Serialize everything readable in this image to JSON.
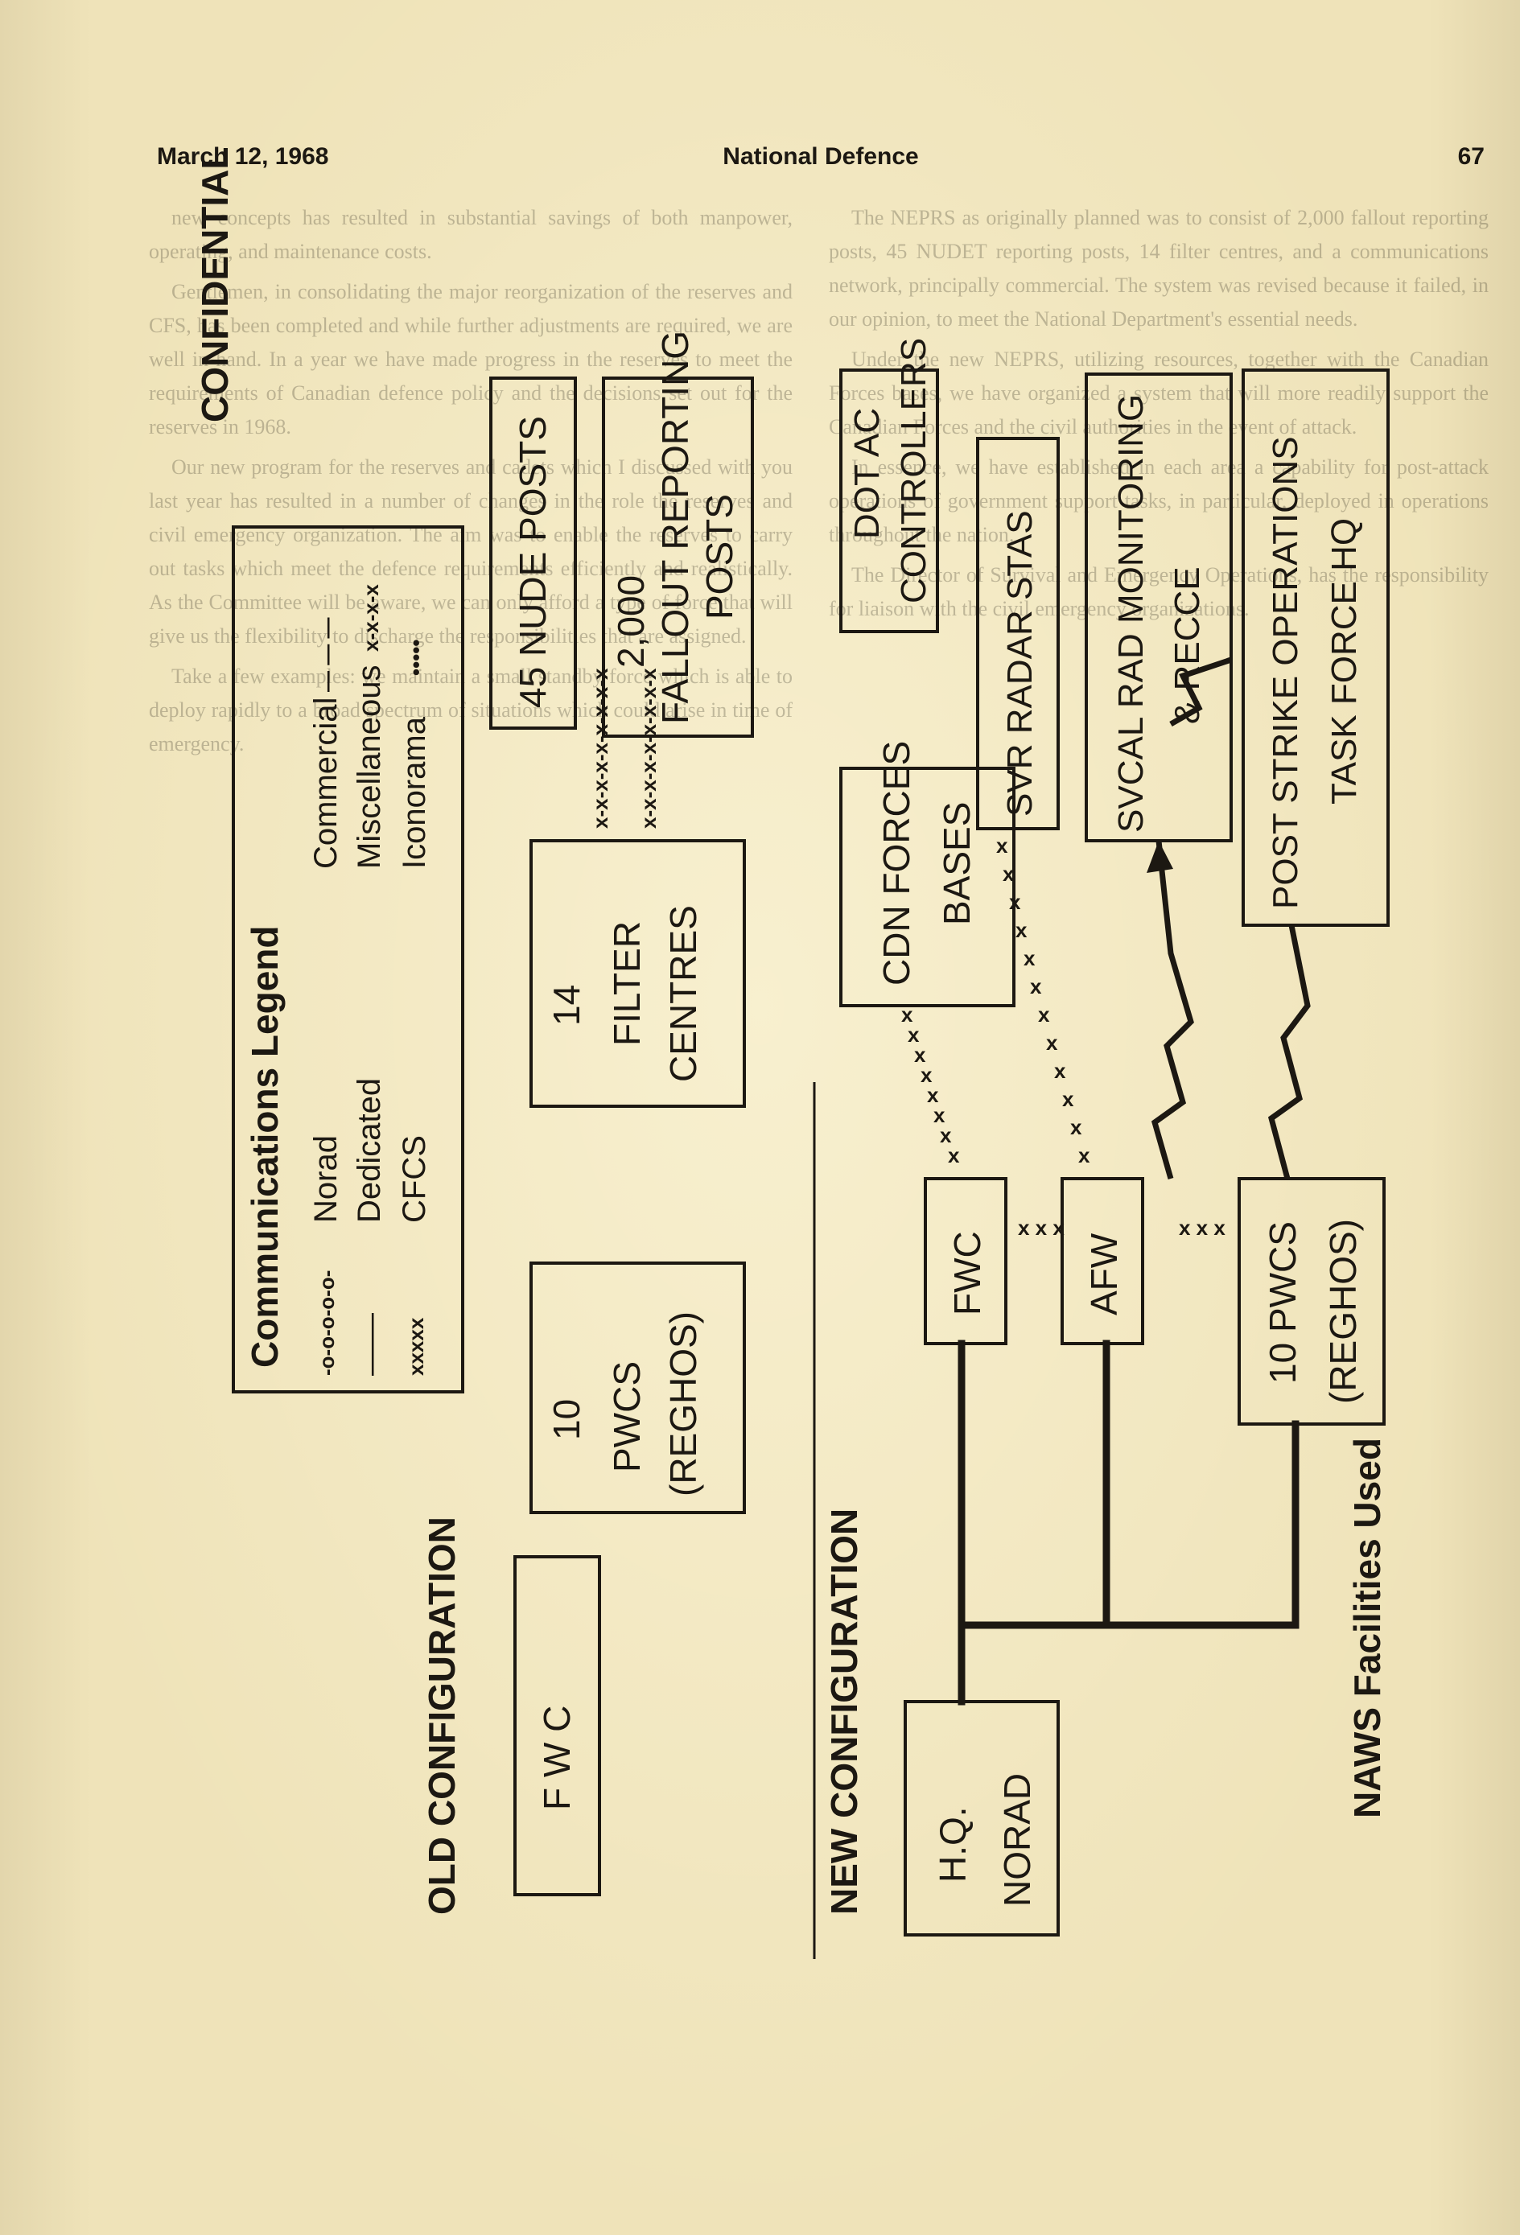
{
  "header": {
    "date": "March 12, 1968",
    "section": "National Defence",
    "page_number": "67"
  },
  "diagram": {
    "classification": "CONFIDENTIAL",
    "legend": {
      "title": "Communications Legend",
      "items": [
        {
          "symbol": "-o-o-o-o-o-",
          "label": "Norad"
        },
        {
          "symbol": "———",
          "label": "Dedicated"
        },
        {
          "symbol": "xxxxx",
          "label": "CFCS"
        },
        {
          "symbol": "— — —",
          "label": "Commercial"
        },
        {
          "symbol": "x-x-x-x",
          "label": "Miscellaneous"
        },
        {
          "symbol": "•••••",
          "label": "Iconorama"
        }
      ]
    },
    "old_configuration": {
      "title": "OLD CONFIGURATION",
      "boxes": [
        {
          "lines": [
            "F W C"
          ]
        },
        {
          "lines": [
            "10",
            "PWCS",
            "(REGHOS)"
          ]
        },
        {
          "lines": [
            "14",
            "FILTER",
            "CENTRES"
          ]
        },
        {
          "lines": [
            "45 NUDE POSTS"
          ]
        },
        {
          "lines": [
            "2,000",
            "FALLOUT REPORTING",
            "POSTS"
          ]
        }
      ],
      "connectors": [
        "x-x-x-x-x-x-x-x-x",
        "x-x-x-x-x-x-x-x-x"
      ]
    },
    "new_configuration": {
      "title": "NEW CONFIGURATION",
      "boxes": [
        {
          "lines": [
            "H.Q.",
            "NORAD"
          ]
        },
        {
          "lines": [
            "FWC"
          ]
        },
        {
          "lines": [
            "AFW"
          ]
        },
        {
          "lines": [
            "10 PWCS",
            "(REGHOS)"
          ]
        },
        {
          "lines": [
            "CDN FORCES",
            "BASES"
          ]
        },
        {
          "lines": [
            "SVR RADAR STAS"
          ]
        },
        {
          "lines": [
            "SVCAL RAD MONITORING",
            "& RECCE"
          ]
        },
        {
          "lines": [
            "DOT AC",
            "CONTROLLERS"
          ]
        },
        {
          "lines": [
            "POST STRIKE OPERATIONS",
            "TASK FORCE HQ"
          ]
        }
      ],
      "connectors": [
        "x x x",
        "x x x"
      ],
      "footnote": "NAWS Facilities Used"
    }
  },
  "text_left": [
    "new concepts has resulted in substantial savings of both manpower, operating, and maintenance costs.",
    "Gentlemen, in consolidating the major reorganization of the reserves and CFS, has been completed and while further adjustments are required, we are well in hand. In a year we have made progress in the reserves to meet the requirements of Canadian defence policy and the decisions set out for the reserves in 1968.",
    "Our new program for the reserves and cadets which I discussed with you last year has resulted in a number of changes in the role the reserves and civil emergency organization. The aim was to enable the reserves to carry out tasks which meet the defence requirements efficiently and realistically. As the Committee will be aware, we can only afford a type of force that will give us the flexibility to discharge the responsibilities that are assigned.",
    "Take a few examples: we maintain a small standby force which is able to deploy rapidly to a broad spectrum of situations which could arise in time of emergency."
  ],
  "text_right": [
    "The NEPRS as originally planned was to consist of 2,000 fallout reporting posts, 45 NUDET reporting posts, 14 filter centres, and a communications network, principally commercial. The system was revised because it failed, in our opinion, to meet the National Department's essential needs.",
    "Under the new NEPRS, utilizing resources, together with the Canadian Forces bases, we have organized a system that will more readily support the Canadian Forces and the civil authorities in the event of attack.",
    "In essence, we have established in each area a capability for post-attack operations of government support tasks, in particular, deployed in operations throughout the nation.",
    "The Director of Survival and Emergency Operations, has the responsibility for liaison with the civil emergency organizations."
  ]
}
